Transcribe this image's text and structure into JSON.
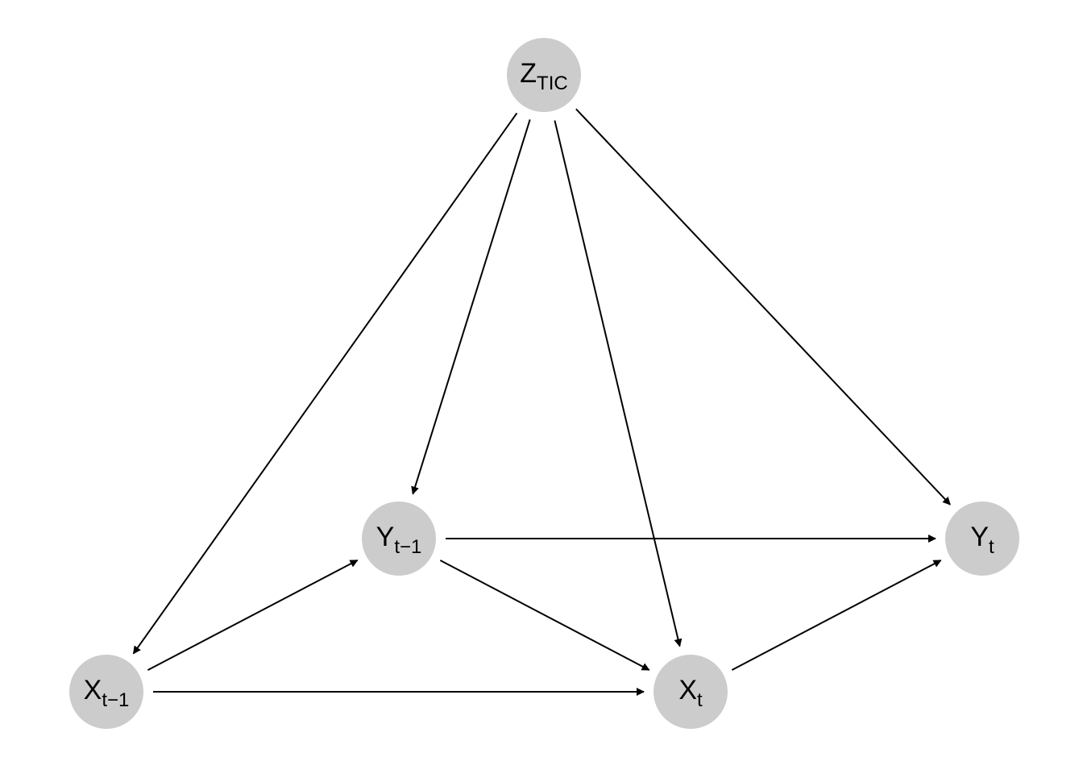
{
  "diagram": {
    "node_fill": "#cccccc",
    "edge_color": "#000000",
    "nodes": [
      {
        "id": "Z_TIC",
        "main": "Z",
        "sub": "TIC"
      },
      {
        "id": "Y_t-1",
        "main": "Y",
        "sub": "t−1"
      },
      {
        "id": "Y_t",
        "main": "Y",
        "sub": "t"
      },
      {
        "id": "X_t-1",
        "main": "X",
        "sub": "t−1"
      },
      {
        "id": "X_t",
        "main": "X",
        "sub": "t"
      }
    ],
    "edges": [
      {
        "from": "Z_TIC",
        "to": "X_t-1"
      },
      {
        "from": "Z_TIC",
        "to": "Y_t-1"
      },
      {
        "from": "Z_TIC",
        "to": "X_t"
      },
      {
        "from": "Z_TIC",
        "to": "Y_t"
      },
      {
        "from": "Y_t-1",
        "to": "Y_t"
      },
      {
        "from": "Y_t-1",
        "to": "X_t"
      },
      {
        "from": "X_t-1",
        "to": "Y_t-1"
      },
      {
        "from": "X_t-1",
        "to": "X_t"
      },
      {
        "from": "X_t",
        "to": "Y_t"
      }
    ]
  }
}
